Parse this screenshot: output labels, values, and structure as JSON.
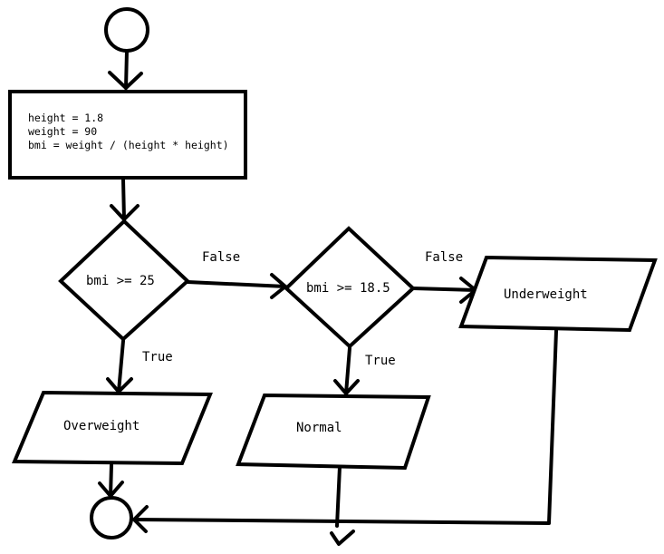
{
  "diagram": {
    "process": {
      "lines": [
        "height = 1.8",
        "weight = 90",
        "bmi = weight / (height * height)"
      ]
    },
    "decisions": {
      "first": "bmi >= 25",
      "second": "bmi >= 18.5"
    },
    "outputs": {
      "overweight": "Overweight",
      "normal": "Normal",
      "underweight": "Underweight"
    },
    "edge_labels": {
      "first_false": "False",
      "first_true": "True",
      "second_false": "False",
      "second_true": "True"
    },
    "colors": {
      "stroke": "#000000",
      "background": "#ffffff"
    }
  }
}
